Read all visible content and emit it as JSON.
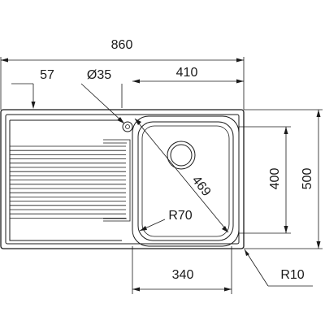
{
  "dimensions": {
    "overall_width": "860",
    "drainer_offset": "57",
    "tap_hole": "Ø35",
    "bowl_width_top": "410",
    "bowl_diagonal": "469",
    "bowl_radius": "R70",
    "overall_depth": "500",
    "bowl_depth": "400",
    "bowl_width_bottom": "340",
    "corner_radius": "R10"
  },
  "colors": {
    "line": "#1a1a1a",
    "background": "#ffffff"
  }
}
